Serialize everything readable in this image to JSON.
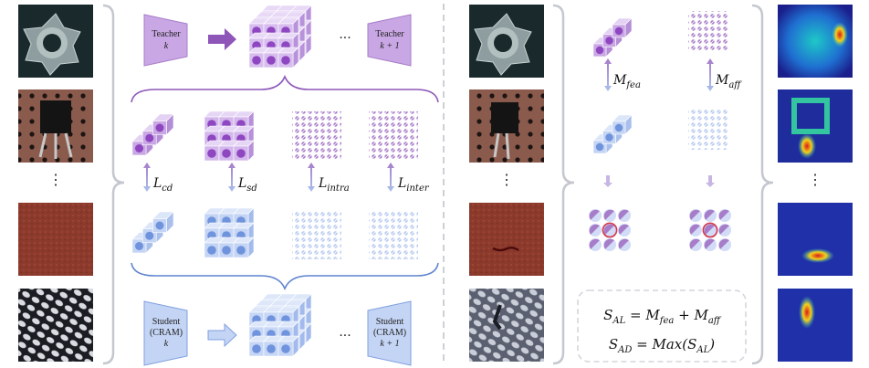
{
  "colors": {
    "teacher": "#a77cc9",
    "teacher_light": "#d9c6ee",
    "teacher_dark": "#7a3fa8",
    "student": "#7fa0e0",
    "student_light": "#cbd8f4",
    "student_dark": "#4f72c4",
    "divider": "#b9bcc4",
    "anomaly": "#d3354a"
  },
  "left": {
    "dots": "⋮",
    "teacher_k": {
      "line1": "Teacher",
      "line2": "k"
    },
    "teacher_k1": {
      "line1": "Teacher",
      "line2": "k + 1"
    },
    "student_k": {
      "line1": "Student",
      "line2": "(CRAM)",
      "line3": "k"
    },
    "student_k1": {
      "line1": "Student",
      "line2": "(CRAM)",
      "line3": "k + 1"
    },
    "ellipsis_top": "···",
    "ellipsis_bottom": "···",
    "losses": {
      "cd": {
        "main": "L",
        "sub": "cd"
      },
      "sd": {
        "main": "L",
        "sub": "sd"
      },
      "intra": {
        "main": "L",
        "sub": "intra"
      },
      "inter": {
        "main": "L",
        "sub": "inter"
      }
    }
  },
  "right": {
    "dots": "⋮",
    "m_fea": {
      "main": "M",
      "sub": "fea"
    },
    "m_aff": {
      "main": "M",
      "sub": "aff"
    },
    "formula1": {
      "lhs": "S",
      "lhs_sub": "AL",
      "eq": " = ",
      "t1": "M",
      "t1_sub": "fea",
      "plus": " + ",
      "t2": "M",
      "t2_sub": "aff"
    },
    "formula2": {
      "lhs": "S",
      "lhs_sub": "AD",
      "eq": " = ",
      "fn": "Max(",
      "arg": "S",
      "arg_sub": "AL",
      "close": ")"
    }
  }
}
